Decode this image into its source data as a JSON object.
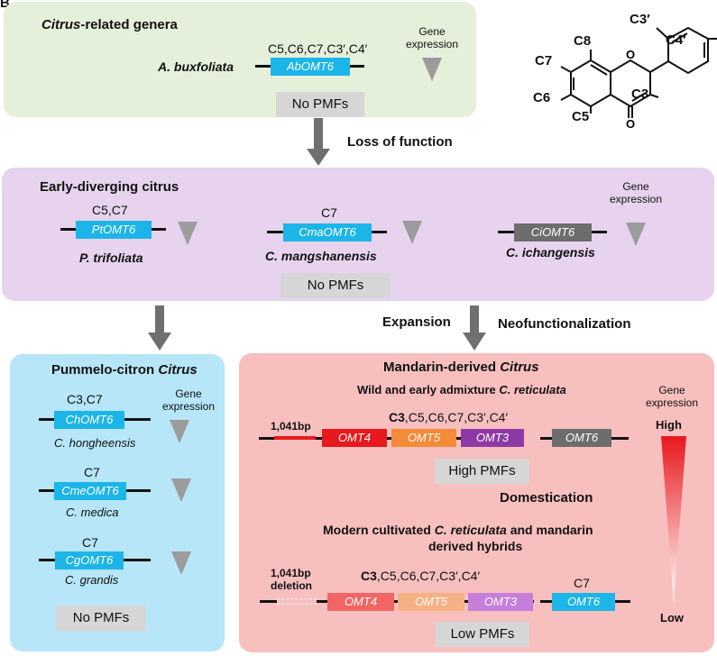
{
  "panel_label": "B",
  "top_panel": {
    "title_italic": "Citrus",
    "title_rest": "-related genera",
    "positions": "C5,C6,C7,C3′,C4′",
    "species": "A.  buxfoliata",
    "gene": "AbOMT6",
    "gene_expression": "Gene expression",
    "pmf": "No PMFs"
  },
  "structure": {
    "labels": {
      "c3p": "C3′",
      "c4p": "C4′",
      "c8": "C8",
      "c7": "C7",
      "c6": "C6",
      "c5": "C5",
      "c3": "C3"
    }
  },
  "arrow1_label": "Loss of function",
  "middle_panel": {
    "title": "Early-diverging citrus",
    "gene_expression": "Gene expression",
    "pt": {
      "positions": "C5,C7",
      "gene": "PtOMT6",
      "species": "P. trifoliata"
    },
    "cma": {
      "positions": "C7",
      "gene": "CmaOMT6",
      "species": "C. mangshanensis"
    },
    "ci": {
      "gene": "CiOMT6",
      "species": "C. ichangensis"
    },
    "pmf": "No PMFs"
  },
  "expansion": "Expansion",
  "neofunctionalization": "Neofunctionalization",
  "left_panel": {
    "title_plain": "Pummelo-citron ",
    "title_italic": "Citrus",
    "gene_expression": "Gene expression",
    "ch": {
      "positions": "C3,C7",
      "gene": "ChOMT6",
      "species": "C. hongheensis"
    },
    "cme": {
      "positions": "C7",
      "gene": "CmeOMT6",
      "species": "C. medica"
    },
    "cg": {
      "positions": "C7",
      "gene": "CgOMT6",
      "species": "C. grandis"
    },
    "pmf": "No PMFs"
  },
  "right_panel": {
    "title_plain": "Mandarin-derived ",
    "title_italic": "Citrus",
    "wild_plain": "Wild and early admixture ",
    "wild_italic": "C. reticulata",
    "gene_expression": "Gene expression",
    "high": "High",
    "low": "Low",
    "bp_top": "1,041bp",
    "pos_c3": "C3",
    "pos_rest": ",C5,C6,C7,C3′,C4′",
    "genes_top": [
      "OMT4",
      "OMT5",
      "OMT3",
      "OMT6"
    ],
    "pmf_high": "High PMFs",
    "domestication": "Domestication",
    "modern_line1_plain": "Modern cultivated ",
    "modern_line1_italic": "C. reticulata",
    "modern_line1_rest": " and mandarin",
    "modern_line2": "derived hybrids",
    "bp_bottom_1": "1,041bp",
    "bp_bottom_2": "deletion",
    "pos2_c3": "C3",
    "pos2_rest": ",C5,C6,C7,C3′,C4′",
    "pos2_omt6": "C7",
    "genes_bottom": [
      "OMT4",
      "OMT5",
      "OMT3",
      "OMT6"
    ],
    "pmf_low": "Low PMFs"
  },
  "colors": {
    "top_bg": "#e4f0da",
    "middle_bg": "#e7d3ee",
    "left_bg": "#b6e6f7",
    "right_bg": "#f8bfbf",
    "gene_blue": "#1cb5e8",
    "gene_gray": "#6d6d6d",
    "omt4": "#e8191e",
    "omt5": "#f58a38",
    "omt3": "#8e3aa6",
    "omt4_light": "#f16565",
    "omt5_light": "#f7b083",
    "omt3_light": "#c57ed9",
    "arrow": "#6f6f6f"
  }
}
